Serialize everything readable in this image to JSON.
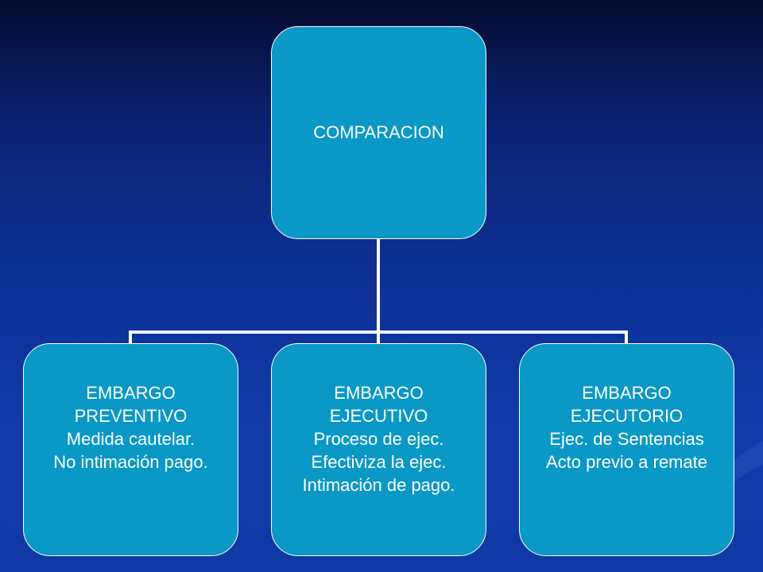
{
  "diagram": {
    "root": {
      "lines": [
        "COMPARACION"
      ]
    },
    "children": [
      {
        "lines": [
          "EMBARGO",
          "PREVENTIVO",
          "Medida cautelar.",
          "No intimación pago."
        ]
      },
      {
        "lines": [
          "EMBARGO",
          "EJECUTIVO",
          "Proceso de ejec.",
          "Efectiviza la ejec.",
          "Intimación de pago."
        ]
      },
      {
        "lines": [
          "EMBARGO",
          "EJECUTORIO",
          "Ejec. de Sentencias",
          "Acto previo a remate"
        ]
      }
    ]
  },
  "colors": {
    "box_fill": "#0a98c6",
    "box_border": "#ffffff",
    "connector": "#ffffff",
    "background_top": "#050b2e",
    "background_bottom": "#0f3aa6"
  }
}
